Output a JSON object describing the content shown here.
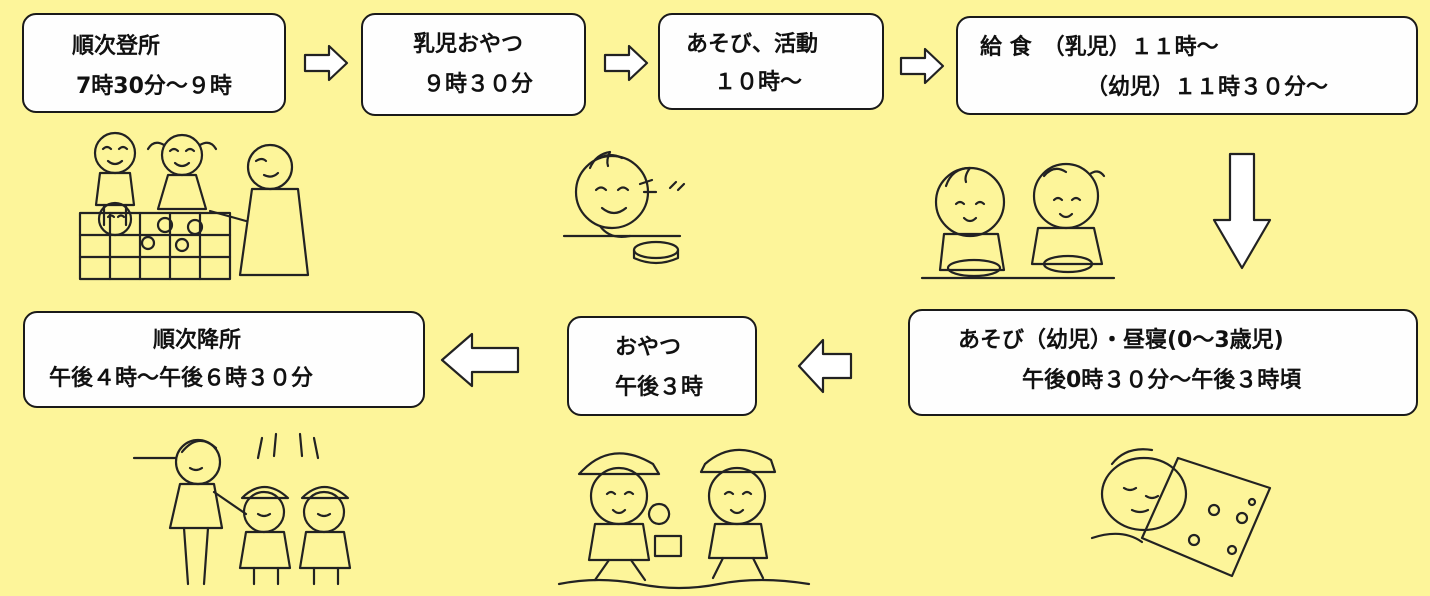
{
  "steps": {
    "arrival": {
      "line1": "順次登所",
      "line2": "7時30分～９時"
    },
    "snack_infant": {
      "line1": "乳児おやつ",
      "line2": "９時３０分"
    },
    "play": {
      "line1": "あそび、活動",
      "line2": "１０時～"
    },
    "lunch": {
      "line1": "給 食　（乳児）１１時～",
      "line2": "（幼児）１１時３０分～"
    },
    "nap": {
      "line1": "あそび（幼児）・昼寝(0～3歳児)",
      "line2": "午後0時３０分～午後３時頃"
    },
    "snack": {
      "line1": "おやつ",
      "line2": "午後３時"
    },
    "departure": {
      "line1": "順次降所",
      "line2": "午後４時～午後６時３０分"
    }
  },
  "illustrations": {
    "arrival": "children-and-teacher-with-flowers",
    "snack_infant": "toddler-eating-snack",
    "lunch": "two-children-eating-lunch",
    "nap": "child-sleeping-under-blanket",
    "snack": "children-playing-in-sand",
    "departure": "mother-greeting-children"
  },
  "colors": {
    "background": "#fdf59a",
    "box": "#fefefe",
    "stroke": "#1a1a1a"
  }
}
